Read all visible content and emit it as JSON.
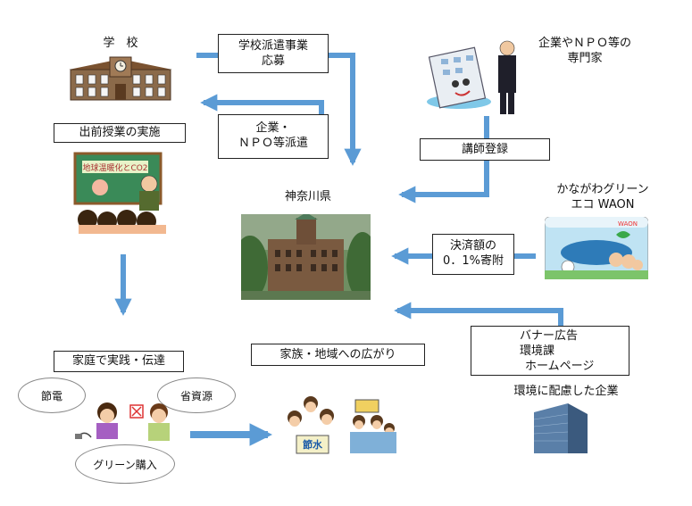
{
  "nodes": {
    "school": "学　校",
    "company_npo_expert_line1": "企業やＮＰＯ等の",
    "company_npo_expert_line2": "専門家",
    "kanagawa": "神奈川県",
    "waon_line1": "かながわグリーン",
    "waon_line2": "エコ WAON",
    "eco_company": "環境に配慮した企業"
  },
  "boxes": {
    "dispatch_apply_line1": "学校派遣事業",
    "dispatch_apply_line2": "応募",
    "company_dispatch_line1": "企業・",
    "company_dispatch_line2": "ＮＰＯ等派遣",
    "lecturer_registration": "講師登録",
    "outreach_class": "出前授業の実施",
    "donation_line1": "決済額の",
    "donation_line2": "0．1%寄附",
    "banner_line1": "バナー広告",
    "banner_line2": "環境課",
    "banner_line3": "ホームページ",
    "home_practice": "家庭で実践・伝達",
    "family_community": "家族・地域への広がり"
  },
  "home_actions": {
    "power_saving": "節電",
    "resource_saving": "省資源",
    "green_purchasing": "グリーン購入"
  },
  "picture_text": {
    "whiteboard": "地球温暖化とCO2",
    "water_saving_sign": "節水",
    "waon_card_brand": "WAON"
  },
  "colors": {
    "arrow": "#5b9bd5",
    "box_border": "#222222"
  }
}
